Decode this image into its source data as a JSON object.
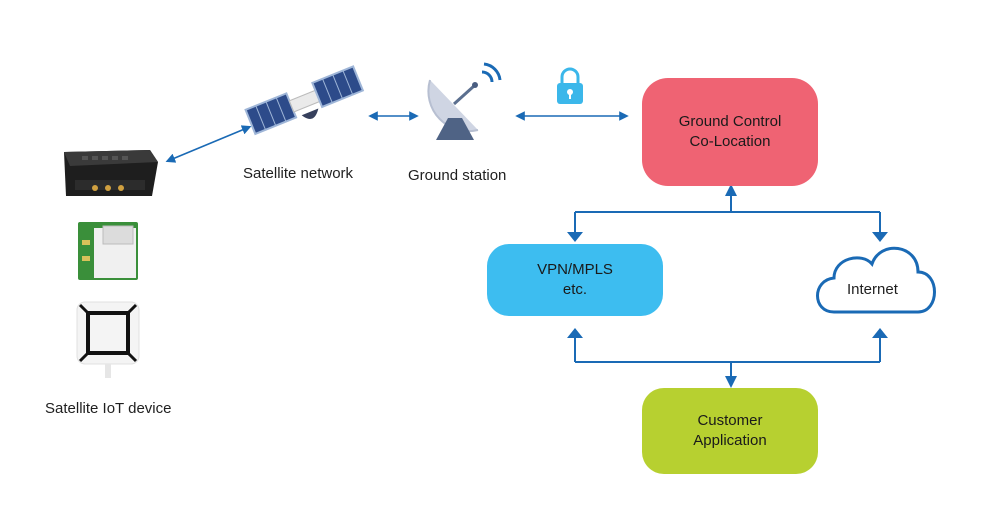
{
  "nodes": {
    "satellite_network": "Satellite network",
    "ground_station": "Ground station",
    "iot_device": "Satellite IoT device",
    "ground_control": [
      "Ground Control",
      "Co-Location"
    ],
    "vpn": [
      "VPN/MPLS",
      "etc."
    ],
    "internet": "Internet",
    "customer": [
      "Customer",
      "Application"
    ]
  },
  "colors": {
    "ground_control": "#ef6373",
    "vpn": "#3dbdf0",
    "customer": "#b7d030",
    "connector": "#1a6ab5",
    "cloud": "#1a6ab5"
  },
  "icons": {
    "lock": "lock-icon",
    "satellite": "satellite-icon",
    "dish": "satellite-dish-icon",
    "modem": "iot-modem-icon",
    "board": "circuit-board-icon",
    "terminal": "iot-terminal-icon",
    "cloud": "cloud-icon"
  }
}
